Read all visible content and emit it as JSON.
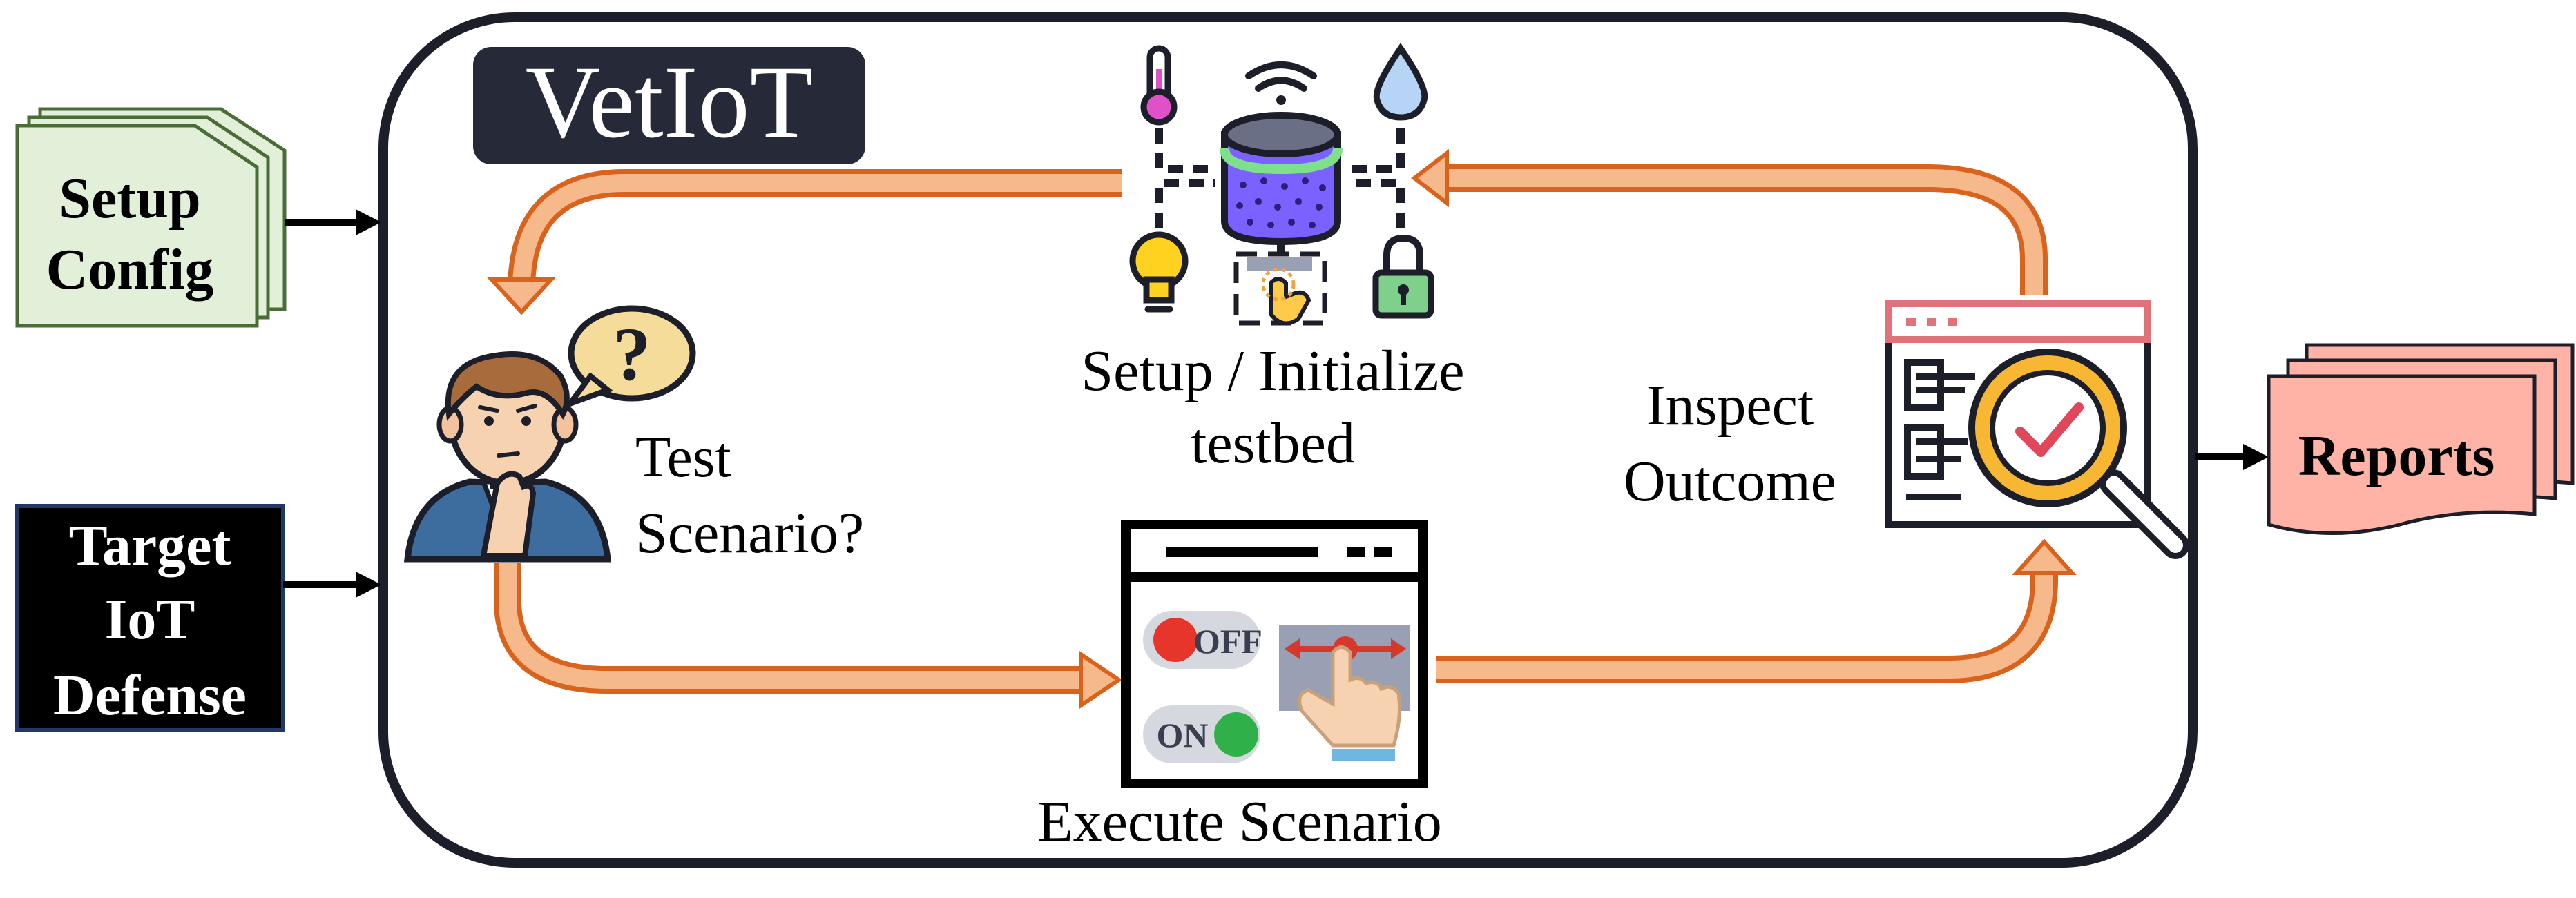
{
  "title": "VetIoT",
  "inputs": {
    "setup_config": [
      "Setup",
      "Config"
    ],
    "target_defense": [
      "Target",
      "IoT",
      "Defense"
    ]
  },
  "steps": {
    "test_scenario": [
      "Test",
      "Scenario?"
    ],
    "setup_testbed": [
      "Setup / Initialize",
      "testbed"
    ],
    "execute_scenario": "Execute Scenario",
    "inspect_outcome": [
      "Inspect",
      "Outcome"
    ]
  },
  "output": {
    "reports": "Reports"
  },
  "switches": {
    "off_label": "OFF",
    "on_label": "ON"
  },
  "thought_mark": "?",
  "colors": {
    "arrow_fill": "#f5b98c",
    "arrow_stroke": "#d9631c",
    "setup_config_fill": "#e2efd9",
    "setup_config_stroke": "#4a6d38",
    "target_fill": "#000000",
    "target_stroke": "#203864",
    "reports_fill": "#ffb3a7",
    "frame_stroke": "#1c1e2a",
    "title_bg": "#262a38"
  }
}
